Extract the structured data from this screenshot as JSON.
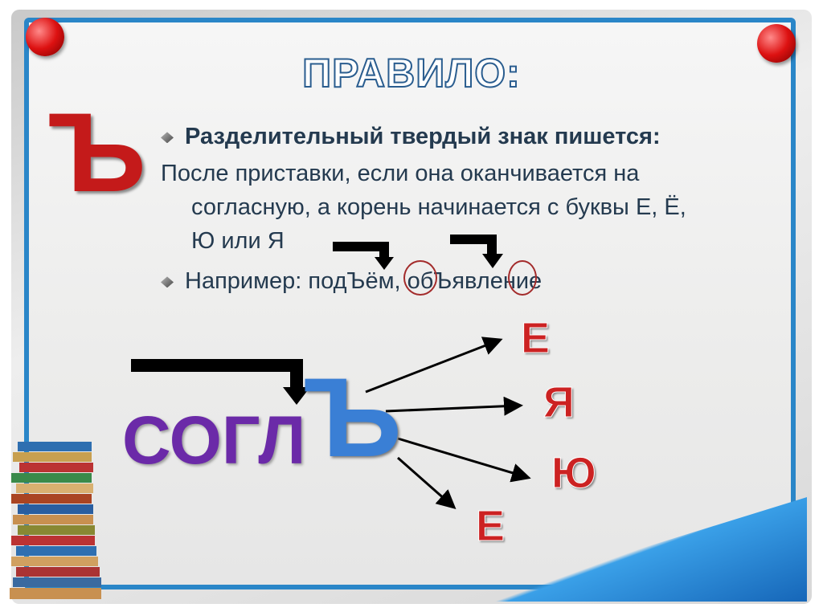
{
  "title": "ПРАВИЛО:",
  "big_sign": "Ъ",
  "rule_heading": "Разделительный твердый знак пишется:",
  "rule_line1": "После приставки, если она оканчивается на",
  "rule_line2": "согласную, а корень начинается с буквы Е, Ё,",
  "rule_line3": "Ю или Я",
  "example": "Например: подЪём, обЪявление",
  "diagram": {
    "consonant": "СОГЛ",
    "sign": "Ъ",
    "vowels": [
      "Е",
      "Я",
      "Ю",
      "Е"
    ]
  },
  "colors": {
    "frame": "#2a86c8",
    "sign": "#c41a1a",
    "consonant": "#6b2aa8",
    "sign2": "#3a7fd5"
  }
}
